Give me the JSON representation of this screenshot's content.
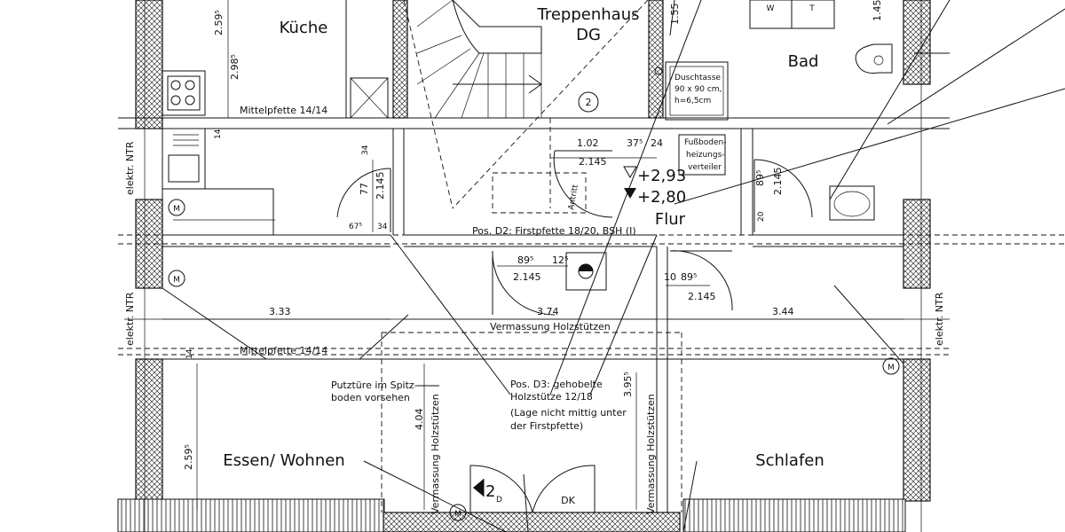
{
  "rooms": {
    "kueche": "Küche",
    "treppenhaus": "Treppenhaus",
    "treppenhaus_level": "DG",
    "bad": "Bad",
    "flur": "Flur",
    "essen_wohnen": "Essen/ Wohnen",
    "schlafen": "Schlafen"
  },
  "fixtures": {
    "washer": "W",
    "dryer": "T",
    "shower": [
      "Duschtasse",
      "90 x 90 cm,",
      "h=6,5cm"
    ],
    "floor_heating": [
      "Fußboden-",
      "heizungs-",
      "verteiler"
    ],
    "antritt": "Antritt",
    "stair_number": "2",
    "dk": "DK",
    "section_mark": "2",
    "section_sub": "D",
    "meter_symbol": "M"
  },
  "notes": {
    "mittelpfette_top": "Mittelpfette 14/14",
    "mittelpfette_bottom": "Mittelpfette 14/14",
    "firstpfette": "Pos. D2: Firstpfette 18/20, BSH (I)",
    "vermassung_h": "Vermassung Holzstützen",
    "vermassung_v_left": "Vermassung Holzstützen",
    "vermassung_v_right": "Vermassung Holzstützen",
    "putztuere": [
      "Putztüre im Spitz-",
      "boden vorsehen"
    ],
    "pos_d3": [
      "Pos. D3: gehobelte",
      "Holzstütze 12/18",
      "(Lage nicht mittig unter",
      "der Firstpfette)"
    ],
    "elektr_left_top": "elektr. NTR",
    "elektr_left_bottom": "elektr. NTR",
    "elektr_right": "elektr. NTR"
  },
  "levels": {
    "upper": "+2,93",
    "lower": "+2,80"
  },
  "dimensions": {
    "d_259_top": "2.59⁵",
    "d_298": "2.98⁵",
    "d_155": "1.55",
    "d_145": "1.45",
    "d_14": "14",
    "d_34a": "34",
    "d_77": "77",
    "d_2145_a": "2.145",
    "d_675": "67⁵",
    "d_34b": "34",
    "d_102": "1.02",
    "d_375": "37⁵",
    "d_24": "24",
    "d_2145_b": "2.145",
    "d_895_a": "89⁵",
    "d_2145_c": "2.145",
    "d_20": "20",
    "d_895_b": "89⁵",
    "d_125": "12⁵",
    "d_2145_d": "2.145",
    "d_10": "10",
    "d_895_c": "89⁵",
    "d_2145_e": "2.145",
    "d_333": "3.33",
    "d_374": "3.74",
    "d_344": "3.44",
    "d_14b": "14",
    "d_404": "4.04",
    "d_395": "3.95⁵",
    "d_259_bottom": "2.59⁵"
  }
}
